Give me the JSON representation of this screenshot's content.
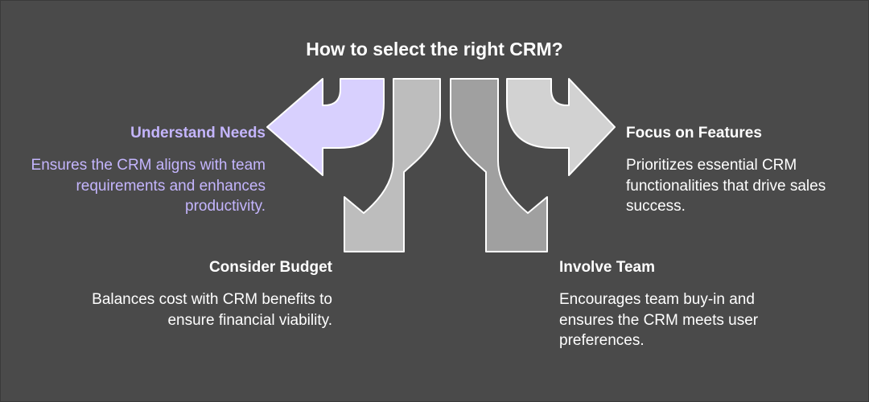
{
  "title": "How to select the right CRM?",
  "colors": {
    "background": "#4a4a4a",
    "accent": "#c4b5fd",
    "arrow_needs": "#d8d0fe",
    "arrow_budget": "#bdbdbd",
    "arrow_team": "#a0a0a0",
    "arrow_features": "#d2d2d2"
  },
  "options": [
    {
      "heading": "Understand Needs",
      "description": "Ensures the CRM aligns with team requirements and enhances productivity.",
      "arrow": "left-turn-arrow"
    },
    {
      "heading": "Consider Budget",
      "description": "Balances cost with CRM benefits to ensure financial viability.",
      "arrow": "down-left-arrow"
    },
    {
      "heading": "Involve Team",
      "description": "Encourages team buy-in and ensures the CRM meets user preferences.",
      "arrow": "down-right-arrow"
    },
    {
      "heading": "Focus on Features",
      "description": "Prioritizes essential CRM functionalities that drive sales success.",
      "arrow": "right-turn-arrow"
    }
  ]
}
